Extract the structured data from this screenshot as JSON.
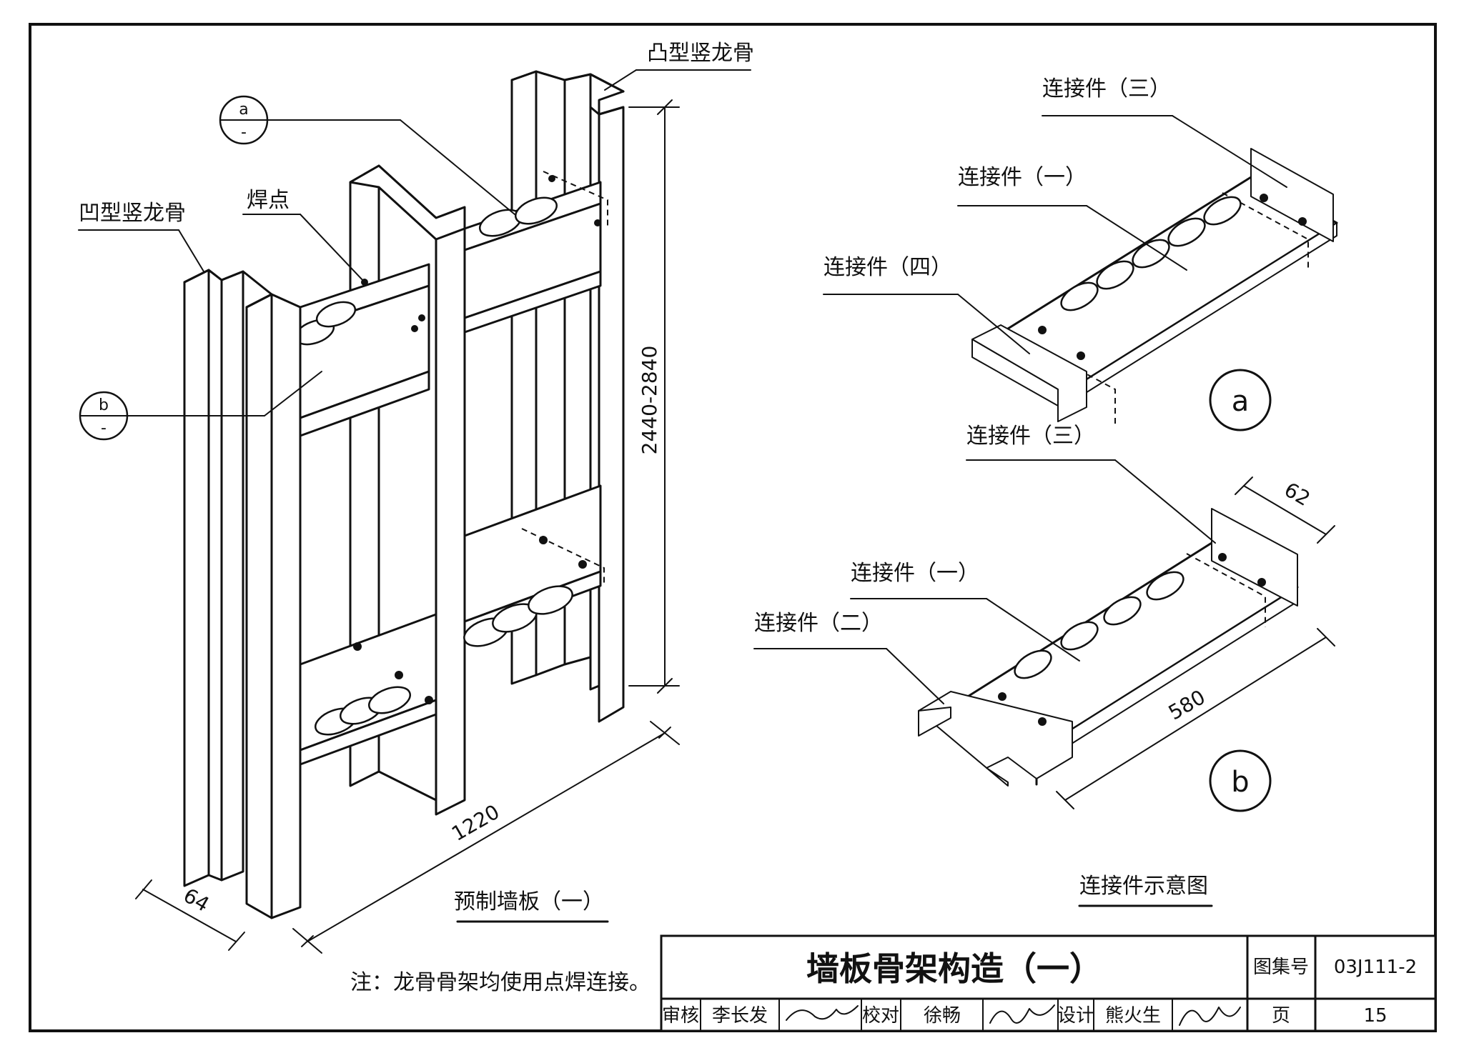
{
  "drawing": {
    "left_labels": {
      "convex_stud": "凸型竖龙骨",
      "concave_stud": "凹型竖龙骨",
      "weld_point": "焊点",
      "callout_a_top": "a",
      "callout_a_bottom": "-",
      "callout_b_top": "b",
      "callout_b_bottom": "-",
      "dim_height": "2440-2840",
      "dim_width": "1220",
      "dim_depth": "64",
      "caption": "预制墙板（一）",
      "note": "注：龙骨骨架均使用点焊连接。"
    },
    "detail_a": {
      "label_three": "连接件（三）",
      "label_one": "连接件（一）",
      "label_four": "连接件（四）",
      "marker": "a"
    },
    "detail_b": {
      "label_three": "连接件（三）",
      "label_one": "连接件（一）",
      "label_two": "连接件（二）",
      "dim_depth": "62",
      "dim_length": "580",
      "marker": "b"
    },
    "right_caption": "连接件示意图"
  },
  "title_block": {
    "title": "墙板骨架构造（一）",
    "atlas_label": "图集号",
    "atlas_no": "03J111-2",
    "page_label": "页",
    "page_no": "15",
    "review_label": "审核",
    "reviewer": "李长发",
    "check_label": "校对",
    "checker": "徐畅",
    "design_label": "设计",
    "designer": "熊火生"
  }
}
